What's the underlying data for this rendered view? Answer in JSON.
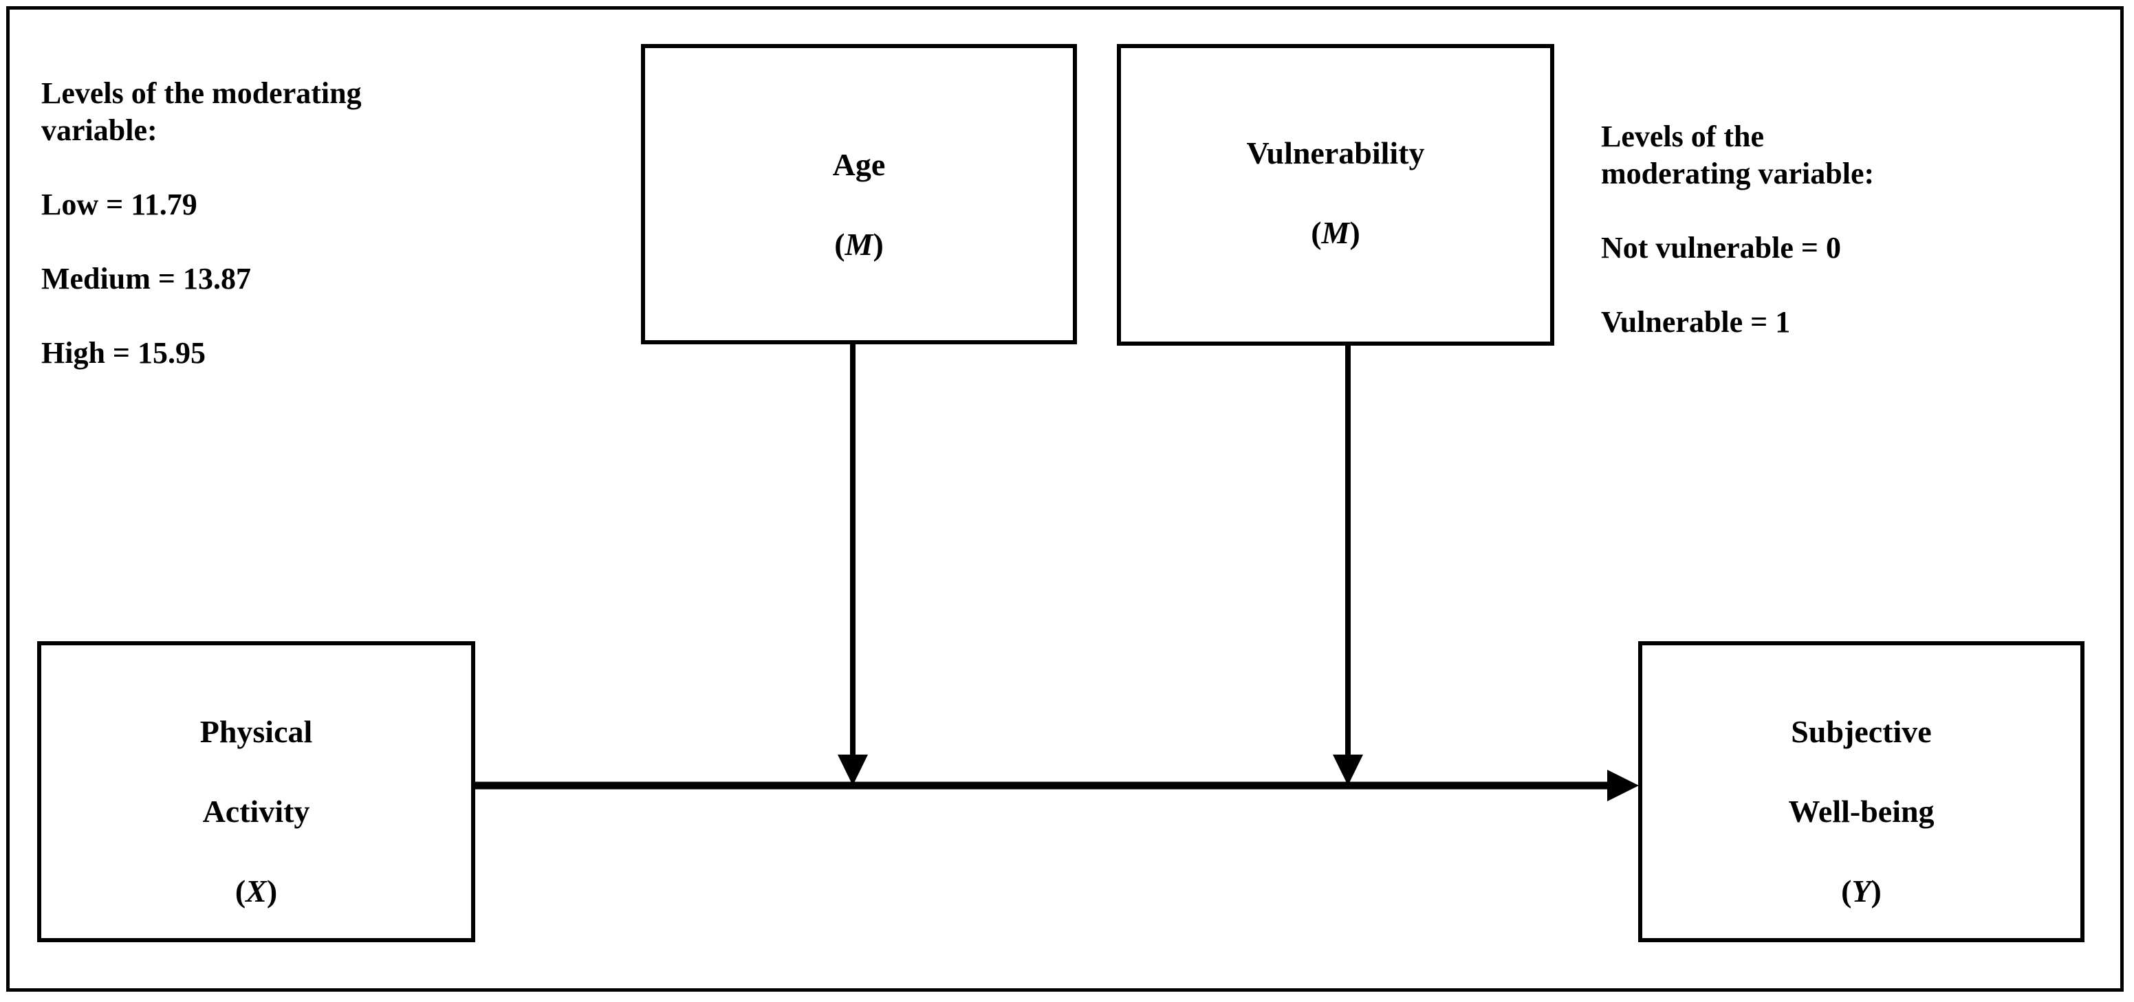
{
  "figure": {
    "type": "moderation-path-diagram",
    "frame_color": "#000000",
    "background_color": "#ffffff"
  },
  "annotations": {
    "left": {
      "heading": "Levels of the moderating\nvariable:",
      "lines": [
        "Low  = 11.79",
        "Medium = 13.87",
        "High = 15.95"
      ],
      "full_text": "Levels of the moderating\nvariable:\nLow  = 11.79\nMedium = 13.87\nHigh = 15.95"
    },
    "right": {
      "heading": "Levels of the\nmoderating variable:",
      "lines": [
        "Not vulnerable = 0",
        "Vulnerable = 1"
      ],
      "full_text": "Levels of the\nmoderating variable:\nNot vulnerable = 0\nVulnerable = 1"
    }
  },
  "boxes": {
    "age": {
      "name": "Age",
      "role_symbol": "M",
      "label_line1": "Age",
      "label_line2_open": "(",
      "label_line2_symbol": "M",
      "label_line2_close": ")"
    },
    "vulnerability": {
      "name": "Vulnerability",
      "role_symbol": "M",
      "label_line1": "Vulnerability",
      "label_line2_open": "(",
      "label_line2_symbol": "M",
      "label_line2_close": ")"
    },
    "physical_activity": {
      "name": "Physical Activity",
      "role_symbol": "X",
      "label_line1": "Physical",
      "label_line2": "Activity",
      "label_line3_open": "(",
      "label_line3_symbol": "X",
      "label_line3_close": ")"
    },
    "subjective_wellbeing": {
      "name": "Subjective Well-being",
      "role_symbol": "Y",
      "label_line1": "Subjective",
      "label_line2": "Well-being",
      "label_line3_open": "(",
      "label_line3_symbol": "Y",
      "label_line3_close": ")"
    }
  },
  "connectors": [
    {
      "id": "x-to-y",
      "from": "physical_activity",
      "to": "subjective_wellbeing",
      "orientation": "horizontal",
      "arrowhead": "end"
    },
    {
      "id": "age-to-path",
      "from": "age",
      "to": "x-to-y",
      "orientation": "vertical",
      "arrowhead": "end"
    },
    {
      "id": "vulnerability-to-path",
      "from": "vulnerability",
      "to": "x-to-y",
      "orientation": "vertical",
      "arrowhead": "end"
    }
  ]
}
